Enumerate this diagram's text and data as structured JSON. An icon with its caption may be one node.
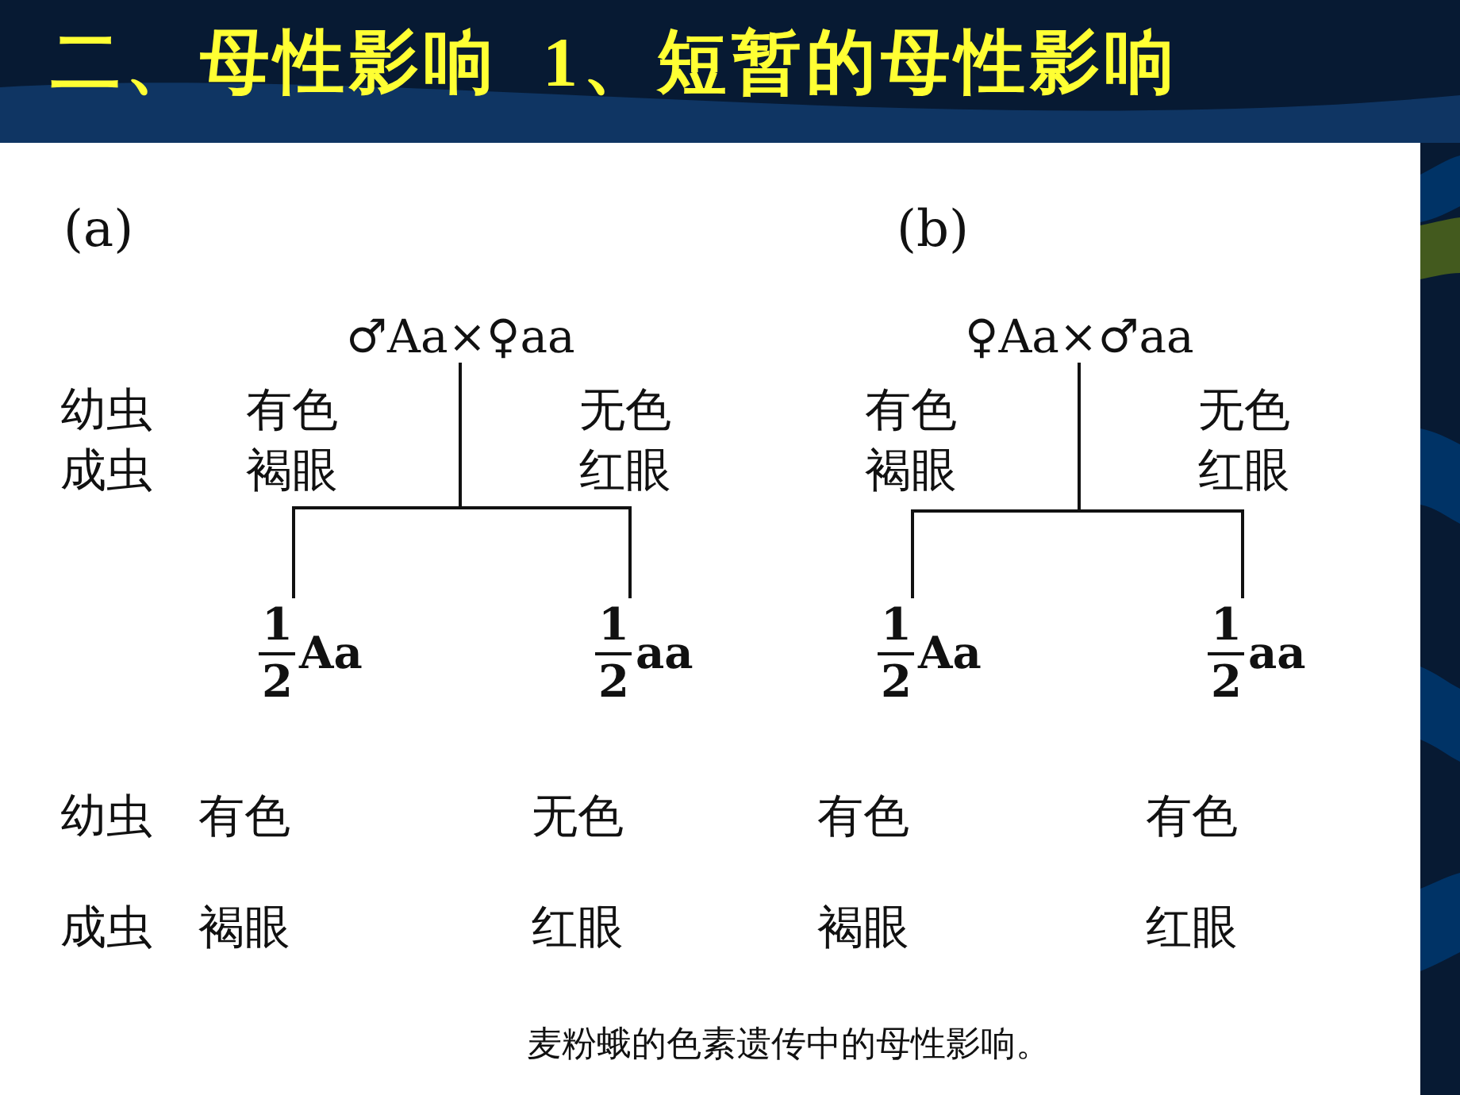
{
  "diagram": {
    "title": "二、母性影响  1、短暂的母性影响",
    "caption": "麦粉蛾的色素遗传中的母性影响。",
    "nodes": [
      {
        "text": [
          "♂Aa×♀aa"
        ]
      },
      {
        "text": [
          "1",
          "2",
          "Aa"
        ]
      },
      {
        "text": [
          "1",
          "2",
          "aa"
        ]
      },
      {
        "text": [
          "♀Aa×♂aa"
        ]
      },
      {
        "text": [
          "1",
          "2",
          "Aa"
        ]
      },
      {
        "text": [
          "1",
          "2",
          "aa"
        ]
      }
    ],
    "edges": [
      {
        "from": 0,
        "to": 1,
        "arrow": "none"
      },
      {
        "from": 0,
        "to": 2,
        "arrow": "none"
      },
      {
        "from": 3,
        "to": 4,
        "arrow": "none"
      },
      {
        "from": 3,
        "to": 5,
        "arrow": "none"
      }
    ],
    "labels": [
      "(a)",
      "(b)",
      "幼虫",
      "有色",
      "无色",
      "有色",
      "无色",
      "成虫",
      "褐眼",
      "红眼",
      "褐眼",
      "红眼",
      "幼虫",
      "有色",
      "无色",
      "有色",
      "有色",
      "成虫",
      "褐眼",
      "红眼",
      "褐眼",
      "红眼"
    ]
  }
}
